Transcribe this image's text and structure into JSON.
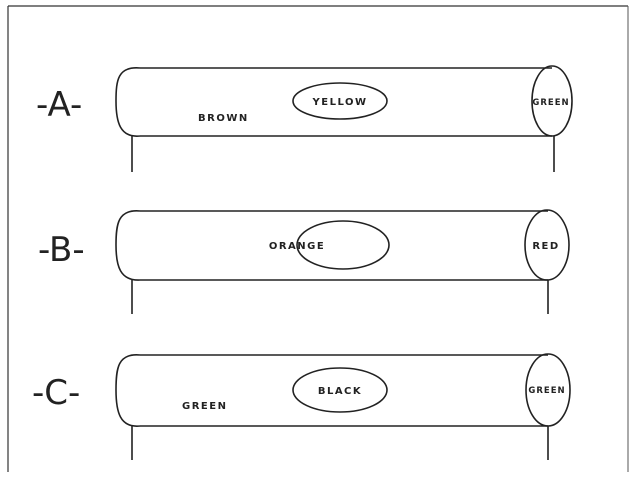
{
  "resistors": [
    {
      "id": "A",
      "label": "-A-",
      "body_band": "BROWN",
      "center_band": "YELLOW",
      "end_band": "GREEN"
    },
    {
      "id": "B",
      "label": "-B-",
      "body_band": "",
      "center_band": "ORANGE",
      "end_band": "RED"
    },
    {
      "id": "C",
      "label": "-C-",
      "body_band": "GREEN",
      "center_band": "BLACK",
      "end_band": "GREEN"
    }
  ],
  "colors": {
    "ink": "#222222",
    "paper": "#ffffff"
  }
}
